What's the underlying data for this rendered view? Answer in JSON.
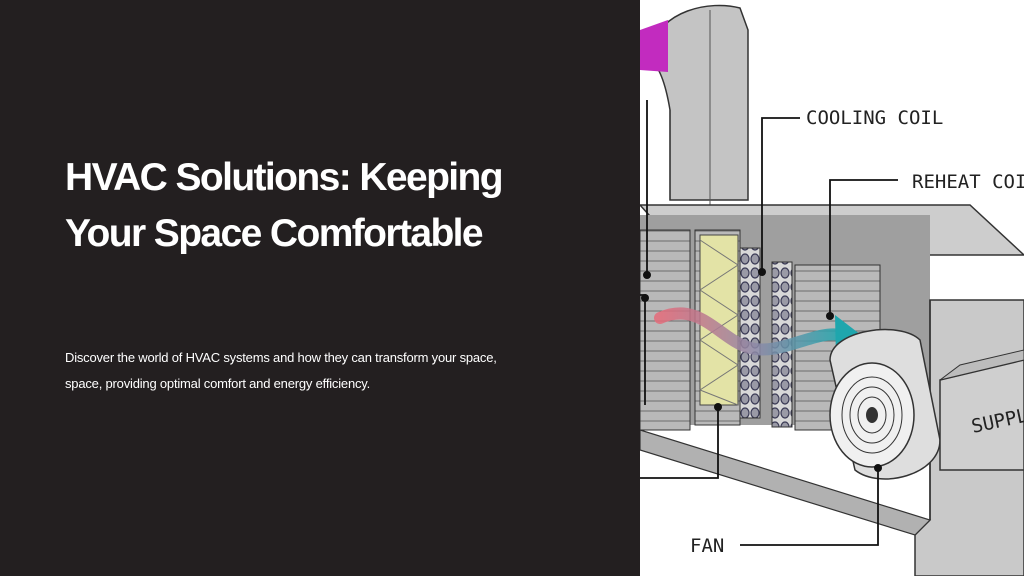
{
  "slide": {
    "title_line1": "HVAC Solutions: Keeping",
    "title_line2": "Your Space Comfortable",
    "subtitle_line1": "Discover the world of HVAC systems and how they can transform your space,",
    "subtitle_line2": "space, providing optimal comfort and energy efficiency."
  },
  "diagram": {
    "labels": {
      "cooling_coil": "COOLING COIL",
      "reheat_coil": "REHEAT COIL",
      "supply": "SUPPLY",
      "fan": "FAN"
    }
  },
  "colors": {
    "background": "#231f20",
    "text": "#ffffff",
    "airflow_start": "#e56b7a",
    "airflow_end": "#1fa6ad",
    "duct_arrow": "#c22bbf"
  }
}
